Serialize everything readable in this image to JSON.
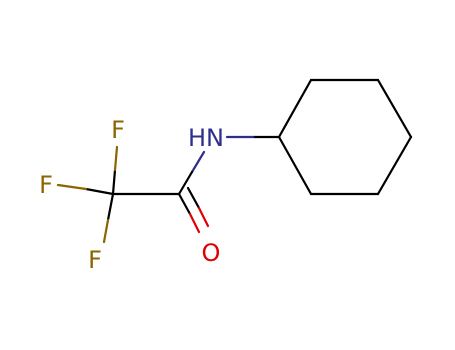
{
  "molecule": {
    "atoms": {
      "nh": "HN",
      "o": "O",
      "f_top": "F",
      "f_left": "F",
      "f_bottom": "F"
    },
    "colors": {
      "background": "#ffffff",
      "bond": "#000000",
      "nitrogen": "#2e2e8c",
      "oxygen": "#e00000",
      "fluorine": "#8c6400"
    }
  }
}
